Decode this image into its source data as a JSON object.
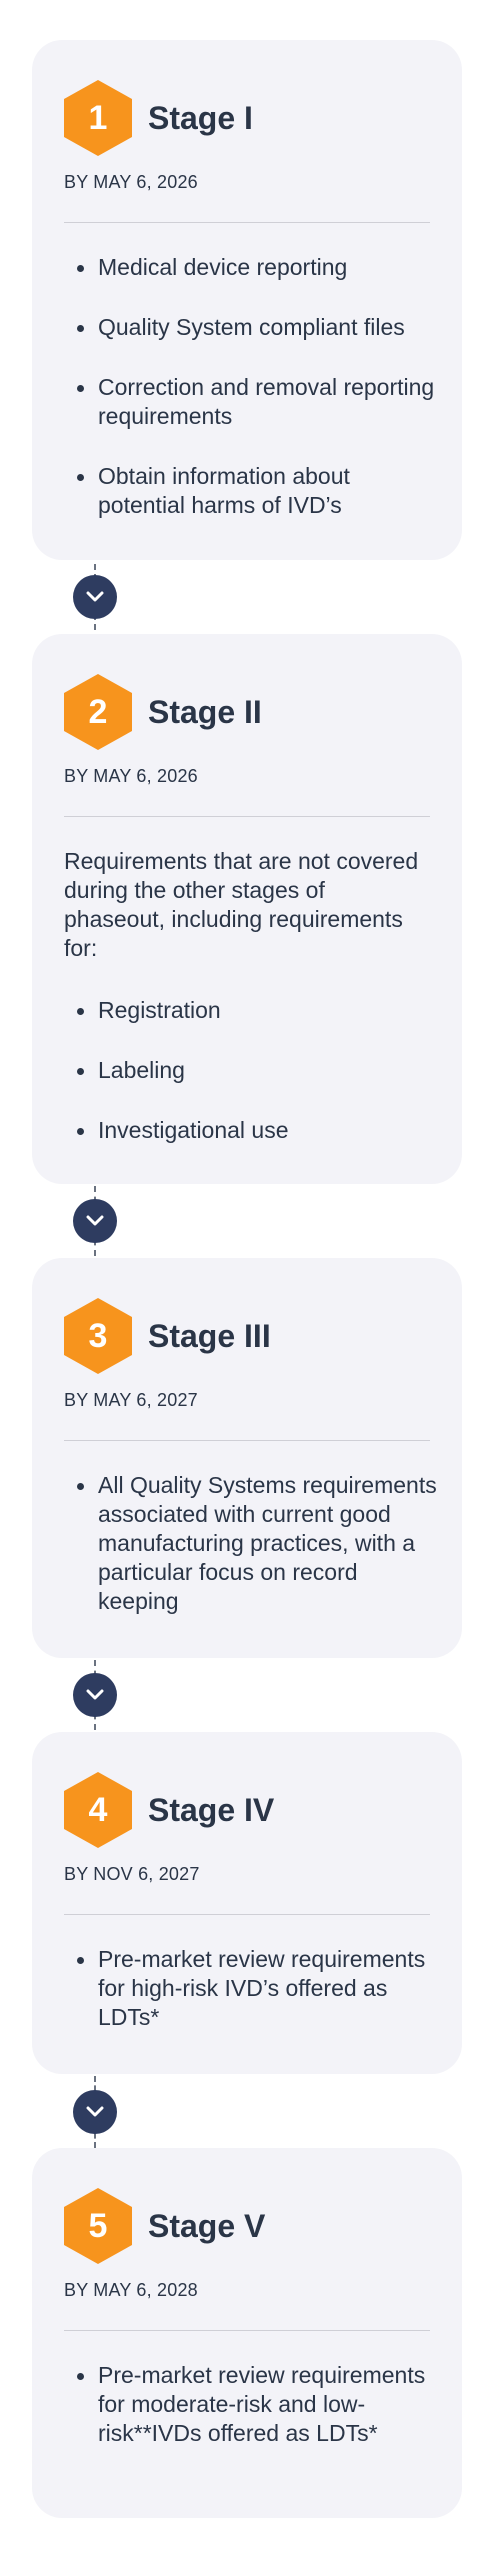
{
  "stages": [
    {
      "number": "1",
      "title": "Stage I",
      "date": "BY MAY 6, 2026",
      "intro": "",
      "items": [
        "Medical device reporting",
        "Quality System compliant files",
        "Correction and removal reporting requirements",
        "Obtain information about potential harms of IVD’s"
      ]
    },
    {
      "number": "2",
      "title": "Stage II",
      "date": "BY MAY 6, 2026",
      "intro": "Requirements that are not covered during the other stages of phaseout, including requirements for:",
      "items": [
        "Registration",
        "Labeling",
        "Investigational use"
      ]
    },
    {
      "number": "3",
      "title": "Stage III",
      "date": "BY MAY 6, 2027",
      "intro": "",
      "items": [
        "All Quality Systems requirements associated with current good manufacturing practices, with a particular focus on record keeping"
      ]
    },
    {
      "number": "4",
      "title": "Stage IV",
      "date": "BY NOV 6, 2027",
      "intro": "",
      "items": [
        "Pre-market review requirements for high-risk IVD’s offered as LDTs*"
      ]
    },
    {
      "number": "5",
      "title": "Stage V",
      "date": "BY MAY 6, 2028",
      "intro": "",
      "items": [
        "Pre-market review requirements for moderate-risk and low-risk**IVDs offered as LDTs*"
      ]
    }
  ],
  "colors": {
    "accent": "#f7941d",
    "card_bg": "#f3f3f8",
    "connector": "#2e3c60",
    "text": "#2a3547"
  },
  "icons": {
    "badge": "hexagon-badge-icon",
    "connector": "chevron-down-icon"
  }
}
